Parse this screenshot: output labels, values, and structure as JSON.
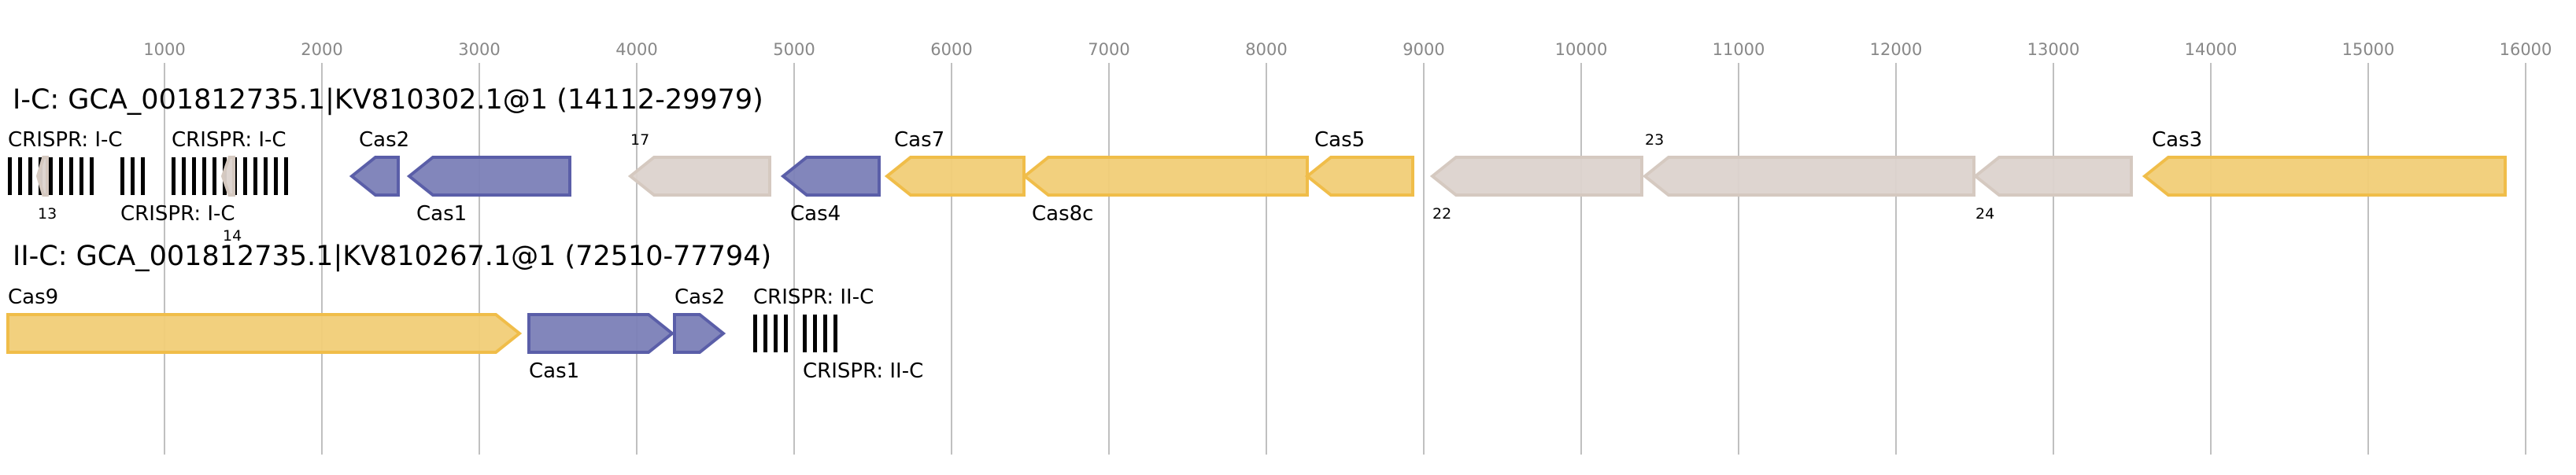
{
  "axis": {
    "min": 0,
    "max": 16000,
    "ticks": [
      1000,
      2000,
      3000,
      4000,
      5000,
      6000,
      7000,
      8000,
      9000,
      10000,
      11000,
      12000,
      13000,
      14000,
      15000,
      16000
    ]
  },
  "colors": {
    "cas_adaptation": {
      "fill": "#7b7fb7",
      "stroke": "#5a5ea8"
    },
    "cas_effector": {
      "fill": "#f1cd77",
      "stroke": "#f0bd49"
    },
    "other": {
      "fill": "#dcd3cd",
      "stroke": "#d5c9c0"
    },
    "crispr": "#000000",
    "grid": "#c0c0c0",
    "tick_label": "#888888"
  },
  "tracks": [
    {
      "title": "I-C: GCA_001812735.1|KV810302.1@1 (14112-29979)",
      "features": [
        {
          "type": "crispr",
          "label": "CRISPR: I-C",
          "start": 5,
          "end": 605,
          "label_pos": "above"
        },
        {
          "type": "other",
          "label": "13",
          "start": 195,
          "end": 255,
          "strand": "-",
          "label_pos": "above",
          "small": true
        },
        {
          "type": "crispr",
          "label": "CRISPR: I-C",
          "start": 720,
          "end": 930,
          "label_pos": "above"
        },
        {
          "type": "crispr",
          "label": "CRISPR: I-C",
          "start": 1045,
          "end": 1805,
          "label_pos": "above"
        },
        {
          "type": "other",
          "label": "14",
          "start": 1370,
          "end": 1440,
          "strand": "-",
          "label_pos": "below",
          "small": true
        },
        {
          "type": "cas_adaptation",
          "label": "Cas2",
          "start": 2190,
          "end": 2485,
          "strand": "-",
          "label_pos": "above"
        },
        {
          "type": "cas_adaptation",
          "label": "Cas1",
          "start": 2555,
          "end": 3575,
          "strand": "-",
          "label_pos": "below"
        },
        {
          "type": "other",
          "label": "17",
          "start": 3960,
          "end": 4845,
          "strand": "-",
          "label_pos": "above",
          "small": true
        },
        {
          "type": "cas_adaptation",
          "label": "Cas4",
          "start": 4930,
          "end": 5540,
          "strand": "-",
          "label_pos": "below"
        },
        {
          "type": "cas_effector",
          "label": "Cas7",
          "start": 5590,
          "end": 6460,
          "strand": "-",
          "label_pos": "above"
        },
        {
          "type": "cas_effector",
          "label": "Cas8c",
          "start": 6465,
          "end": 8260,
          "strand": "-",
          "label_pos": "below"
        },
        {
          "type": "cas_effector",
          "label": "Cas5",
          "start": 8260,
          "end": 8930,
          "strand": "-",
          "label_pos": "above"
        },
        {
          "type": "other",
          "label": "22",
          "start": 9055,
          "end": 10385,
          "strand": "-",
          "label_pos": "below",
          "small": true
        },
        {
          "type": "other",
          "label": "23",
          "start": 10405,
          "end": 12495,
          "strand": "-",
          "label_pos": "above",
          "small": true
        },
        {
          "type": "other",
          "label": "24",
          "start": 12505,
          "end": 13495,
          "strand": "-",
          "label_pos": "below",
          "small": true
        },
        {
          "type": "cas_effector",
          "label": "Cas3",
          "start": 13580,
          "end": 15870,
          "strand": "-",
          "label_pos": "above"
        }
      ]
    },
    {
      "title": "II-C: GCA_001812735.1|KV810267.1@1 (72510-77794)",
      "features": [
        {
          "type": "cas_effector",
          "label": "Cas9",
          "start": 5,
          "end": 3255,
          "strand": "+",
          "label_pos": "above"
        },
        {
          "type": "cas_adaptation",
          "label": "Cas1",
          "start": 3315,
          "end": 4225,
          "strand": "+",
          "label_pos": "below"
        },
        {
          "type": "cas_adaptation",
          "label": "Cas2",
          "start": 4240,
          "end": 4550,
          "strand": "+",
          "label_pos": "above"
        },
        {
          "type": "crispr",
          "label": "CRISPR: II-C",
          "start": 4740,
          "end": 4980,
          "label_pos": "above"
        },
        {
          "type": "crispr",
          "label": "CRISPR: II-C",
          "start": 5055,
          "end": 5290,
          "label_pos": "above"
        }
      ]
    }
  ]
}
